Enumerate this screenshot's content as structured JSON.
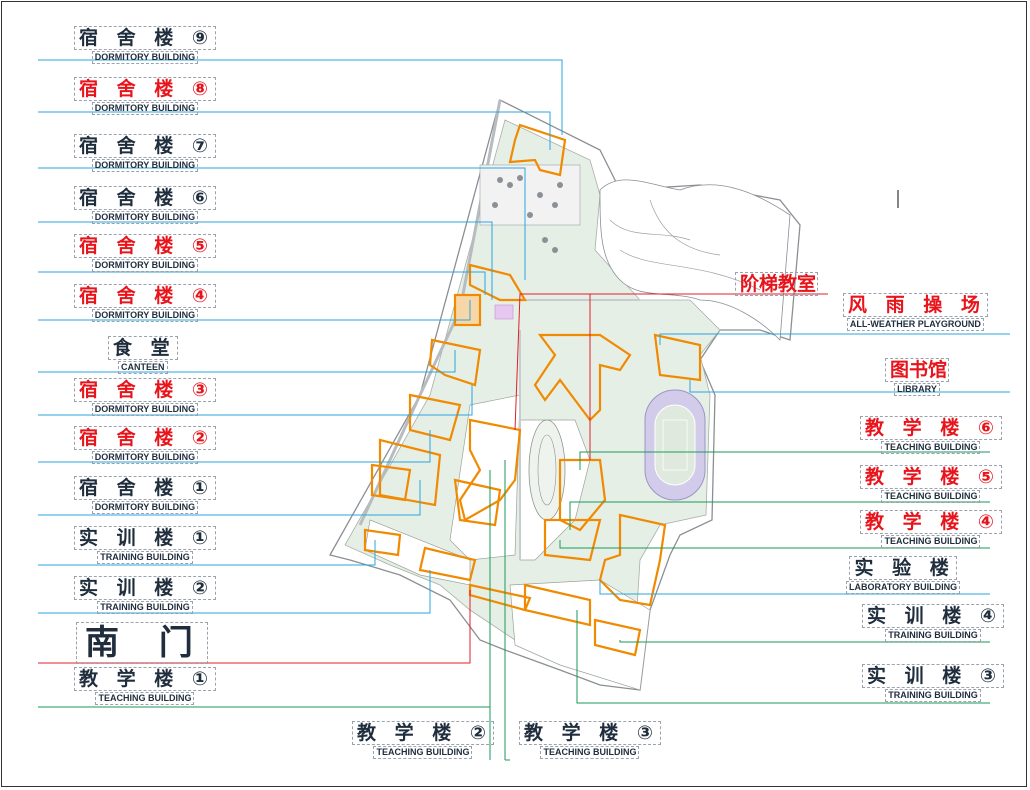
{
  "colors": {
    "blue_line": "#2aa6de",
    "green_line": "#1a9a5a",
    "red_line": "#e0202a",
    "building": "#f08a00",
    "ground": "#e6efe6",
    "track": "#b7b2dd",
    "text_dark": "#1f2d3d",
    "text_red": "#e8141b"
  },
  "labels": {
    "dorm9": {
      "cn": "宿 舍 楼 ⑨",
      "en": "DORMITORY BUILDING"
    },
    "dorm8": {
      "cn": "宿 舍 楼 ⑧",
      "en": "DORMITORY BUILDING"
    },
    "dorm7": {
      "cn": "宿 舍 楼 ⑦",
      "en": "DORMITORY BUILDING"
    },
    "dorm6": {
      "cn": "宿 舍 楼 ⑥",
      "en": "DORMITORY BUILDING"
    },
    "dorm5": {
      "cn": "宿 舍 楼 ⑤",
      "en": "DORMITORY BUILDING"
    },
    "dorm4": {
      "cn": "宿 舍 楼 ④",
      "en": "DORMITORY BUILDING"
    },
    "canteen": {
      "cn": "食 堂",
      "en": "CANTEEN"
    },
    "dorm3": {
      "cn": "宿 舍 楼 ③",
      "en": "DORMITORY BUILDING"
    },
    "dorm2": {
      "cn": "宿 舍 楼 ②",
      "en": "DORMITORY BUILDING"
    },
    "dorm1": {
      "cn": "宿 舍 楼 ①",
      "en": "DORMITORY BUILDING"
    },
    "train1": {
      "cn": "实 训 楼 ①",
      "en": "TRAINING BUILDING"
    },
    "train2": {
      "cn": "实 训 楼 ②",
      "en": "TRAINING BUILDING"
    },
    "south_gate": {
      "cn": "南 门"
    },
    "teach1": {
      "cn": "教 学 楼 ①",
      "en": "TEACHING BUILDING"
    },
    "teach2": {
      "cn": "教 学 楼 ②",
      "en": "TEACHING BUILDING"
    },
    "teach3": {
      "cn": "教 学 楼 ③",
      "en": "TEACHING BUILDING"
    },
    "lecture_hall": {
      "cn": "阶梯教室"
    },
    "playground": {
      "cn": "风 雨 操 场",
      "en": "ALL-WEATHER PLAYGROUND"
    },
    "library": {
      "cn": "图书馆",
      "en": "LIBRARY"
    },
    "teach6": {
      "cn": "教 学 楼 ⑥",
      "en": "TEACHING BUILDING"
    },
    "teach5": {
      "cn": "教 学 楼 ⑤",
      "en": "TEACHING BUILDING"
    },
    "teach4": {
      "cn": "教 学 楼 ④",
      "en": "TEACHING BUILDING"
    },
    "lab": {
      "cn": "实 验 楼",
      "en": "LABORATORY BUILDING"
    },
    "train4": {
      "cn": "实 训 楼 ④",
      "en": "TRAINING BUILDING"
    },
    "train3": {
      "cn": "实 训 楼 ③",
      "en": "TRAINING BUILDING"
    }
  }
}
